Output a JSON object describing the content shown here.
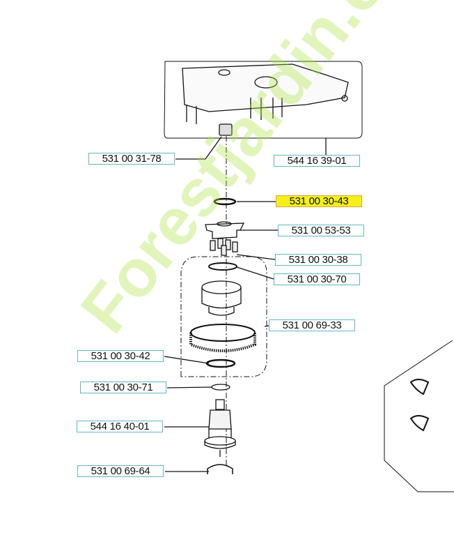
{
  "diagram": {
    "parts": [
      {
        "id": "531 00 31-78",
        "highlighted": false
      },
      {
        "id": "544 16 39-01",
        "highlighted": false
      },
      {
        "id": "531 00 30-43",
        "highlighted": true
      },
      {
        "id": "531 00 53-53",
        "highlighted": false
      },
      {
        "id": "531 00 30-38",
        "highlighted": false
      },
      {
        "id": "531 00 30-70",
        "highlighted": false
      },
      {
        "id": "531 00 69-33",
        "highlighted": false
      },
      {
        "id": "531 00 30-42",
        "highlighted": false
      },
      {
        "id": "531 00 30-71",
        "highlighted": false
      },
      {
        "id": "544 16 40-01",
        "highlighted": false
      },
      {
        "id": "531 00 69-64",
        "highlighted": false
      }
    ],
    "highlight_color": "#f3f01a",
    "label_border_color": "#5fb8c4"
  },
  "watermark": {
    "text": "Forestjardin.com"
  }
}
